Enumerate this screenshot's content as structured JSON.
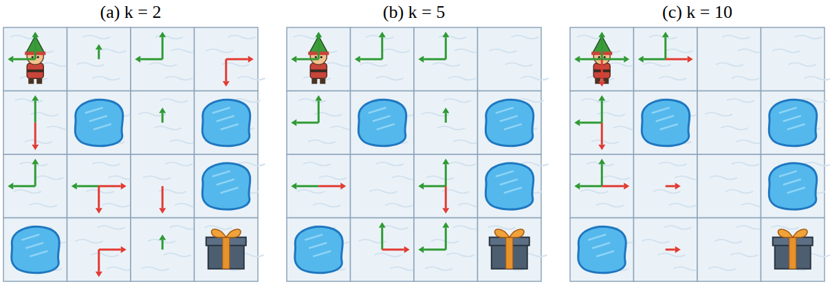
{
  "diagram": {
    "nodes": [
      {
        "text": [
          "(a) k = 2"
        ]
      },
      {
        "text": [
          "(b) k = 5"
        ]
      },
      {
        "text": [
          "(c) k = 10"
        ]
      }
    ]
  }
}
